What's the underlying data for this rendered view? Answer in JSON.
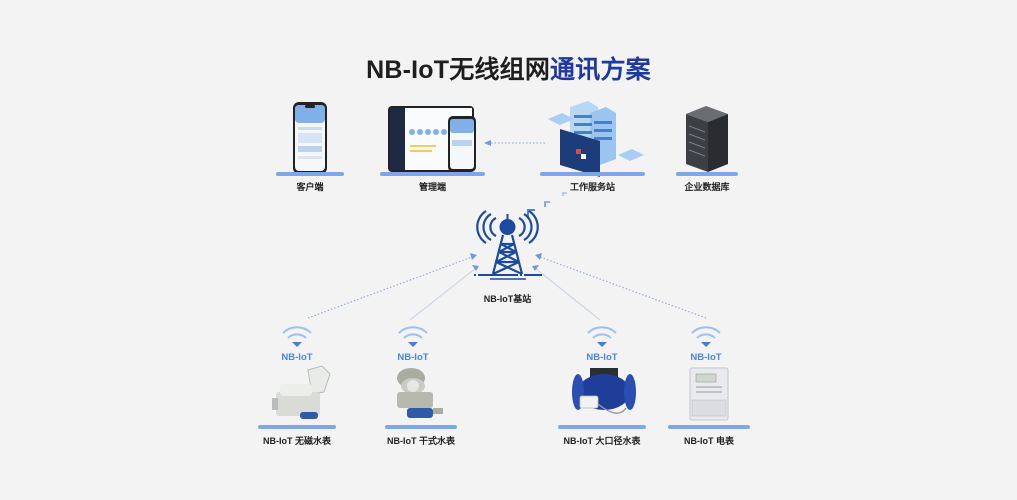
{
  "title": {
    "part1": "NB-IoT无线组网",
    "part2": "通讯方案"
  },
  "colors": {
    "accent": "#1f3a9e",
    "base_bar": "#7aa8e8",
    "signal": "#4a86de",
    "tower": "#1c4aa0",
    "background": "#f3f3f4"
  },
  "top_nodes": [
    {
      "label": "客户端",
      "icon": "smartphone-icon"
    },
    {
      "label": "管理端",
      "icon": "tablet-phone-icon"
    },
    {
      "label": "工作服务站",
      "icon": "server-station-icon"
    },
    {
      "label": "企业数据库",
      "icon": "database-rack-icon"
    }
  ],
  "base_station": {
    "label": "NB-IoT基站",
    "icon": "cell-tower-icon"
  },
  "devices": [
    {
      "signal_label": "NB-IoT",
      "label": "NB-IoT 无磁水表",
      "icon": "water-meter-icon"
    },
    {
      "signal_label": "NB-IoT",
      "label": "NB-IoT 干式水表",
      "icon": "dry-water-meter-icon"
    },
    {
      "signal_label": "NB-IoT",
      "label": "NB-IoT 大口径水表",
      "icon": "large-water-meter-icon"
    },
    {
      "signal_label": "NB-IoT",
      "label": "NB-IoT 电表",
      "icon": "electric-meter-icon"
    }
  ]
}
